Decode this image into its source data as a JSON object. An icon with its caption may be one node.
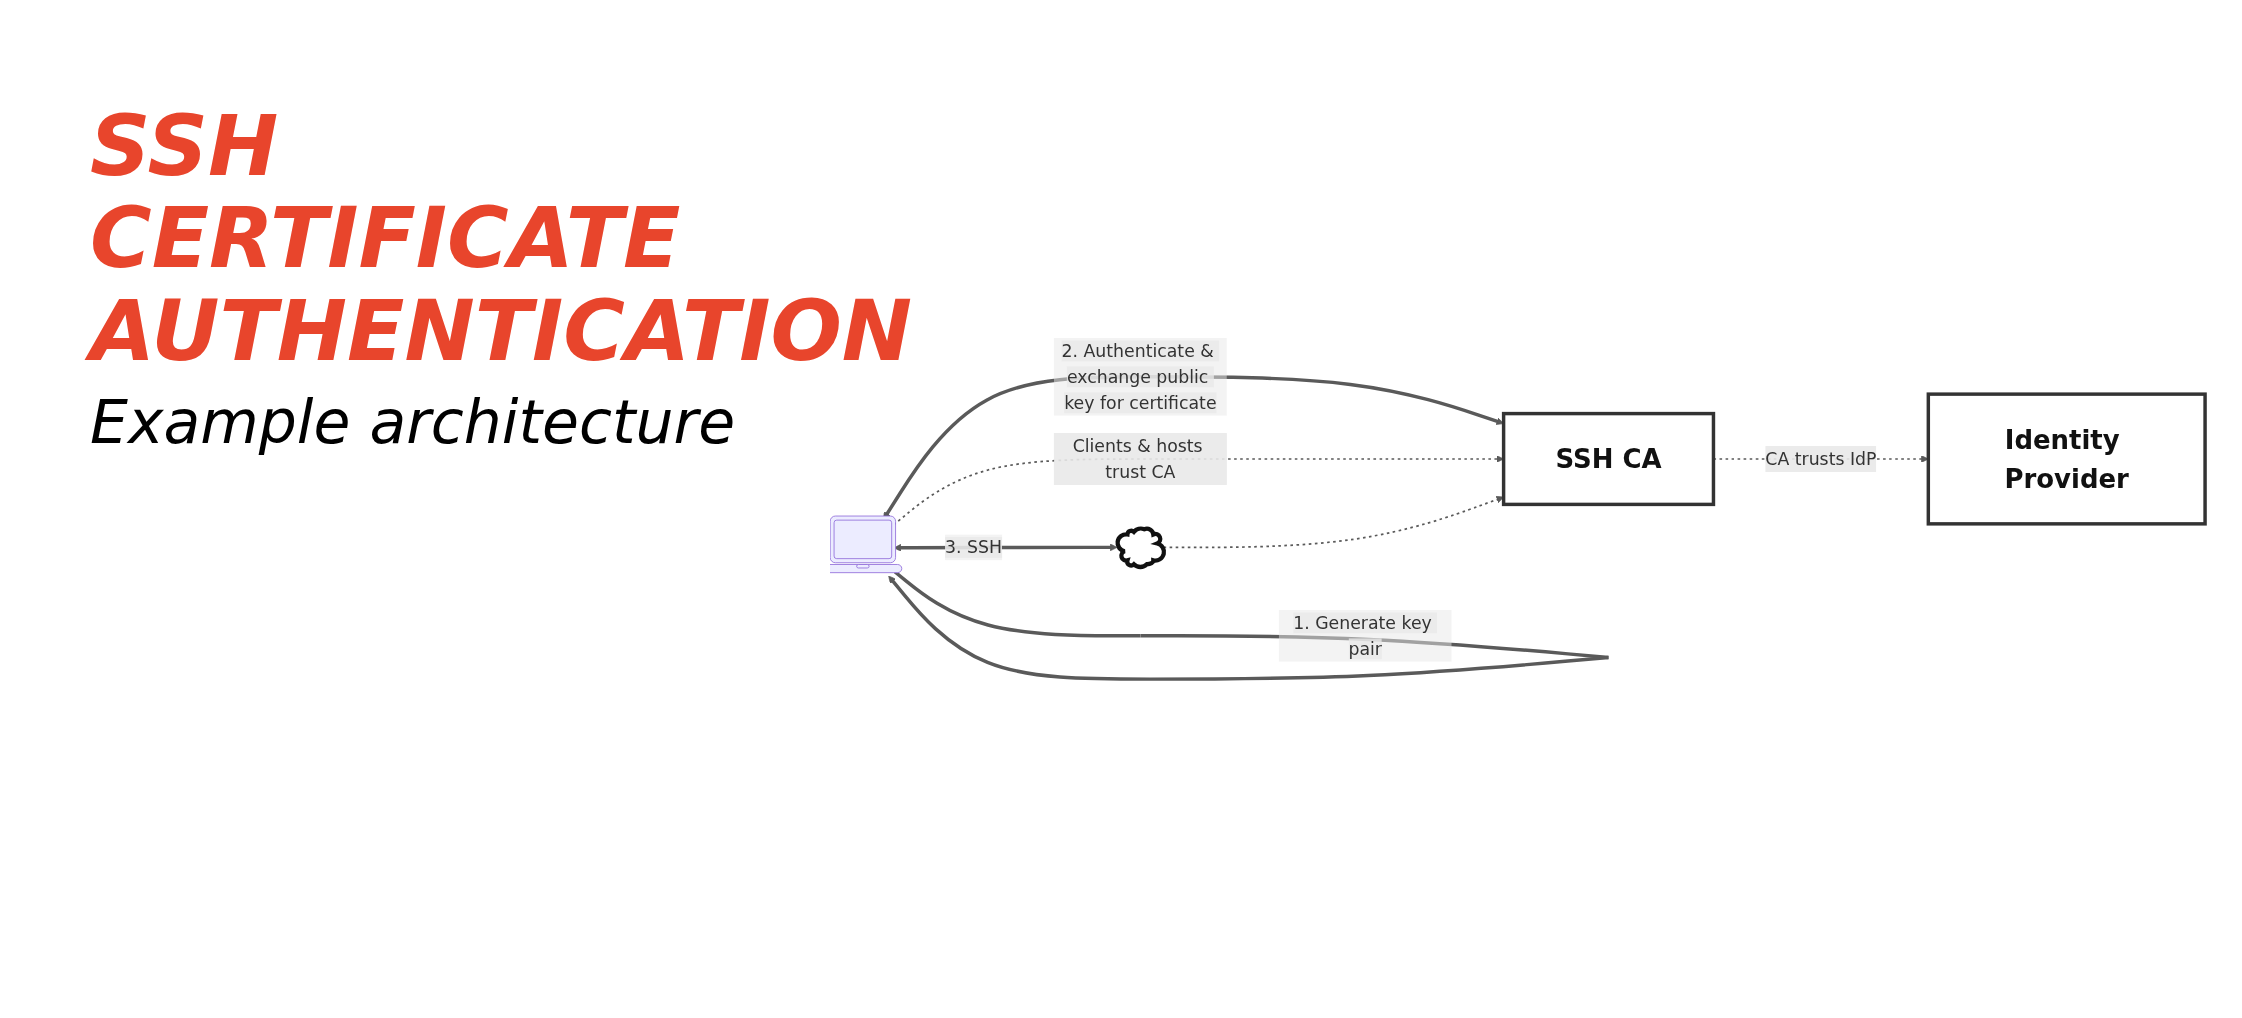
{
  "diagram": {
    "title": "SSH CERTIFICATE AUTHENTICATION",
    "caption": "Example architecture",
    "nodes": [
      {
        "text": [],
        "shape": "cloud"
      },
      {
        "text": [
          "Identity Provider"
        ]
      },
      {
        "text": [],
        "shape": "picture"
      },
      {
        "text": [
          "SSH CA"
        ]
      }
    ],
    "edges": [
      {
        "from": 2,
        "to": 2,
        "arrow": "to",
        "label": "1. Generate key pair"
      },
      {
        "from": 2,
        "to": 3,
        "arrow": "both",
        "label": "2. Authenticate & exchange public key for certificate"
      },
      {
        "from": 2,
        "to": 0,
        "arrow": "both",
        "label": "3. SSH"
      },
      {
        "from": 2,
        "to": 3,
        "arrow": "to",
        "style": "dashed",
        "label": "Clients & hosts trust CA"
      },
      {
        "from": 0,
        "to": 3,
        "arrow": "to",
        "style": "dashed"
      },
      {
        "from": 3,
        "to": 1,
        "arrow": "to",
        "style": "dashed",
        "label": "CA trusts IdP"
      }
    ]
  }
}
